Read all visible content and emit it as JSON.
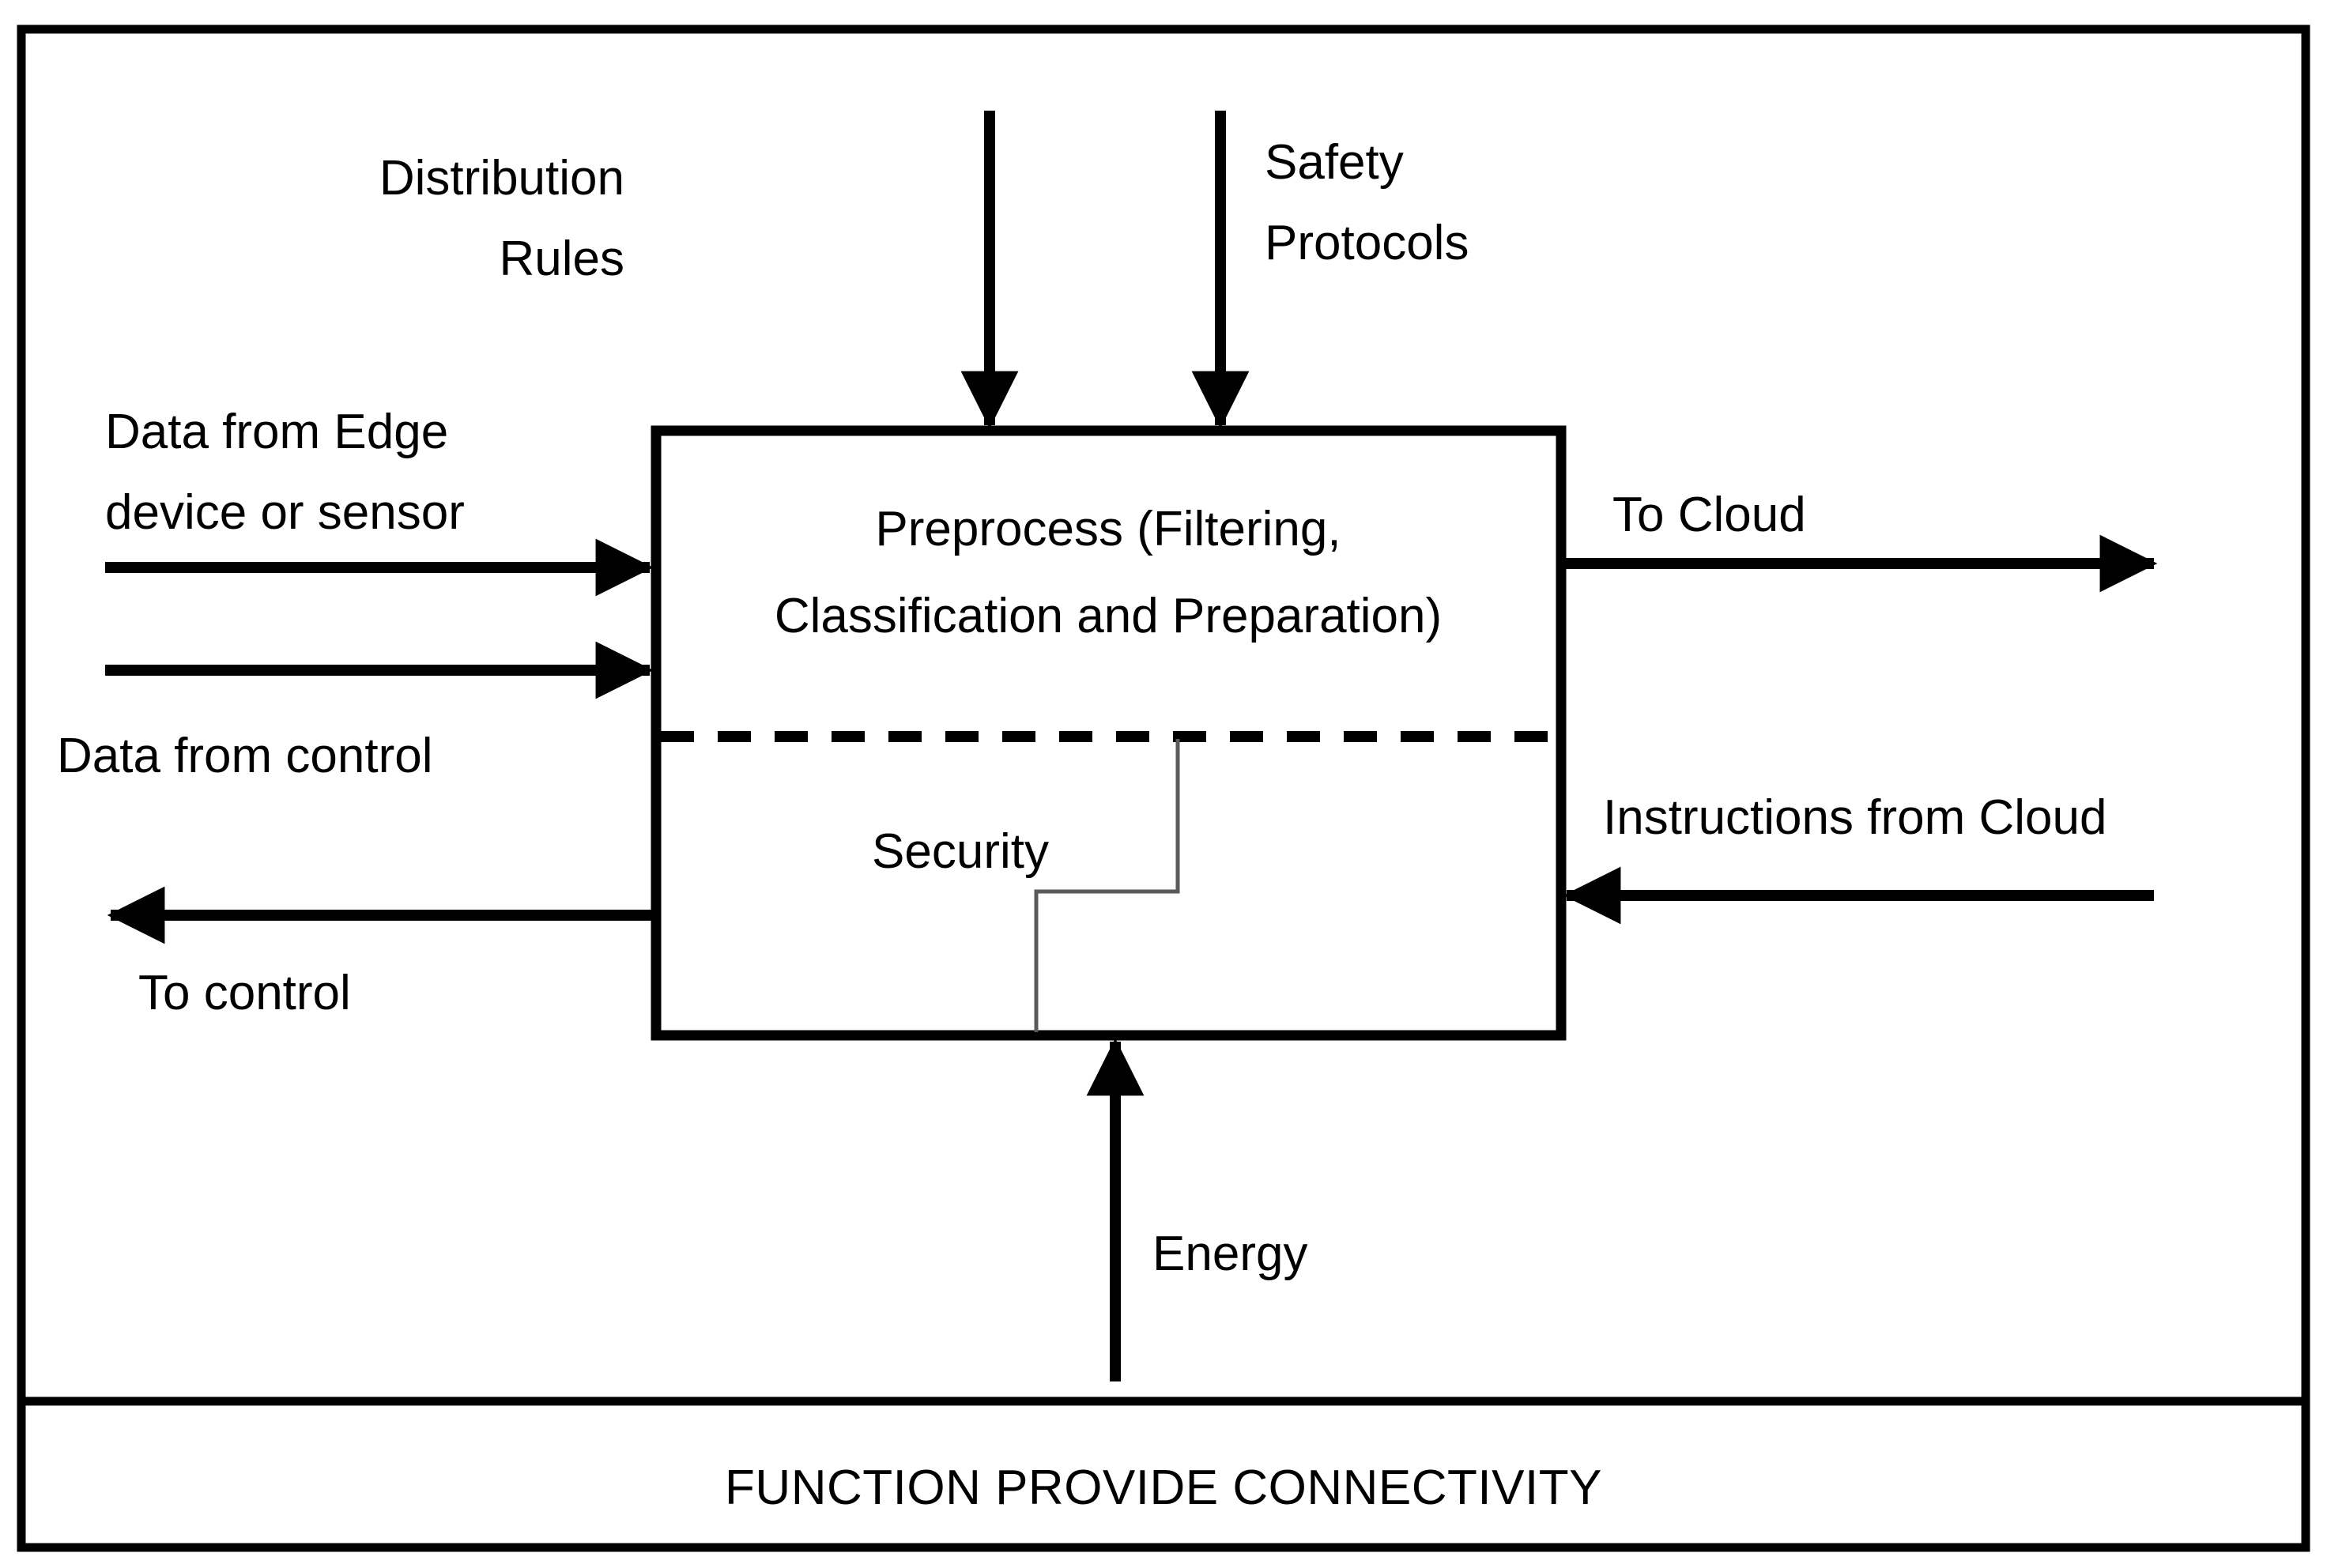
{
  "diagram": {
    "type": "idef0-block-diagram",
    "title": "Provide Connectivity Function Block",
    "colors": {
      "stroke": "#000000",
      "background": "#ffffff",
      "leader_line": "#555555"
    },
    "outer_frame": {
      "name": "outer-frame"
    },
    "main_block": {
      "name": "preprocess-block",
      "label_line1": "Preprocess (Filtering,",
      "label_line2": "Classification and Preparation)",
      "divider_style": "dashed",
      "lower_section_label": "Security"
    },
    "controls_top": [
      {
        "label_line1": "Distribution",
        "label_line2": "Rules",
        "direction": "down"
      },
      {
        "label_line1": "Safety",
        "label_line2": "Protocols",
        "direction": "down"
      }
    ],
    "inputs_left": [
      {
        "label_line1": "Data from Edge",
        "label_line2": "device or sensor",
        "direction": "right"
      },
      {
        "label_line1": "Data from control",
        "label_line2": "",
        "direction": "right"
      }
    ],
    "outputs_left": [
      {
        "label": "To control",
        "direction": "left"
      }
    ],
    "outputs_right": [
      {
        "label": "To Cloud",
        "direction": "right"
      }
    ],
    "inputs_right": [
      {
        "label": "Instructions from Cloud",
        "direction": "left"
      }
    ],
    "mechanism_bottom": [
      {
        "label": "Energy",
        "direction": "up"
      }
    ],
    "footer": {
      "name": "function-banner",
      "label": "FUNCTION PROVIDE CONNECTIVITY"
    }
  }
}
